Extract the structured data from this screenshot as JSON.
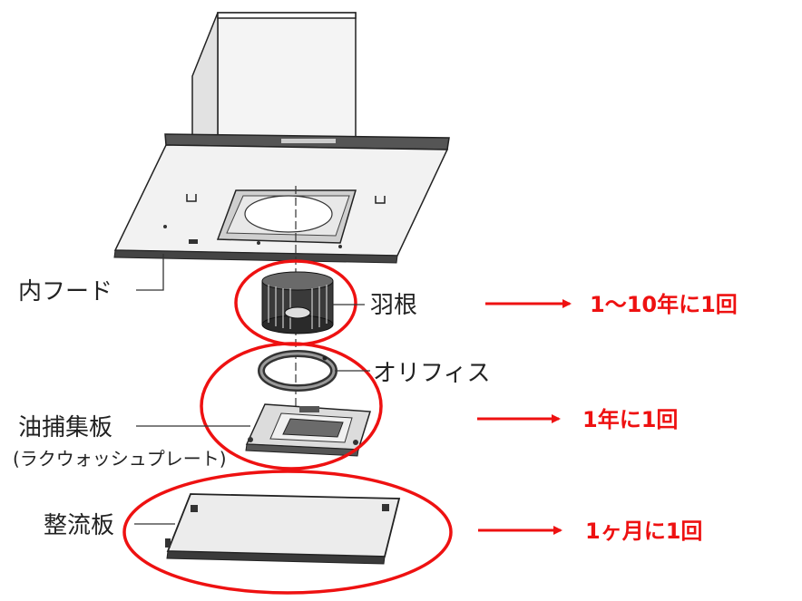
{
  "colors": {
    "annotation": "#ee1111",
    "line": "#222222",
    "panel_fill": "#ececec"
  },
  "parts": {
    "inner_hood": "内フード",
    "fan": "羽根",
    "orifice": "オリフィス",
    "grease_filter": "油捕集板",
    "grease_filter_sub": "(ラクウォッシュプレート)",
    "rectifier": "整流板"
  },
  "frequencies": {
    "fan": "1～10年に1回",
    "filter_group": "1年に1回",
    "rectifier": "1ヶ月に1回"
  }
}
